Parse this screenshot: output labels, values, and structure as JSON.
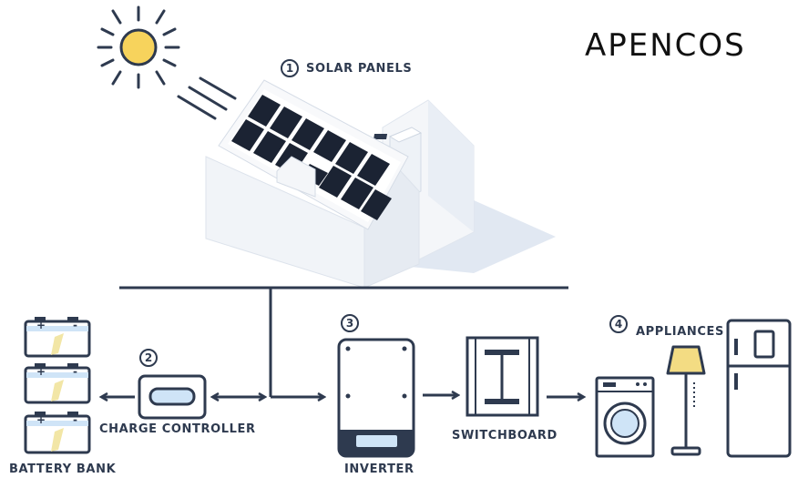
{
  "logo": {
    "text": "APENCOS"
  },
  "steps": [
    {
      "number": "1",
      "label": "SOLAR PANELS"
    },
    {
      "number": "2",
      "label": "CHARGE CONTROLLER"
    },
    {
      "number": "3",
      "label": "INVERTER"
    },
    {
      "number": "4",
      "label": "APPLIANCES"
    }
  ],
  "labels": {
    "battery_bank": "BATTERY BANK",
    "switchboard": "SWITCHBOARD"
  },
  "battery_signs": {
    "plus": "+",
    "minus": "-"
  },
  "colors": {
    "line": "#2e3a4f",
    "device_fill": "#ffffff",
    "panel": "#1b2333",
    "sun": "#f7d35c",
    "accent_blue": "#cfe4f7",
    "battery_stripe": "#f2e6a6",
    "lamp_shade": "#f3dc83",
    "roof_shadow": "#d9e2ef"
  }
}
